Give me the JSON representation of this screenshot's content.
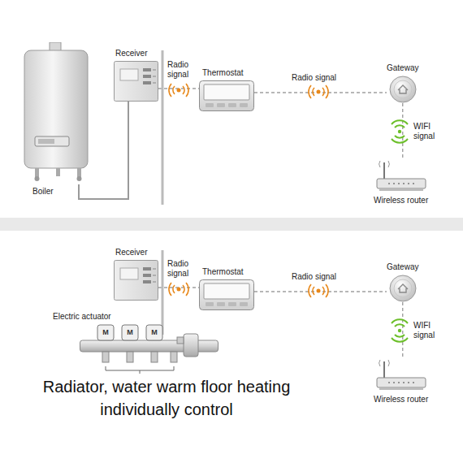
{
  "diagram": {
    "nodes": [
      {
        "text": [
          "Boiler"
        ]
      },
      {
        "text": [
          "Receiver"
        ]
      },
      {
        "text": [
          "Thermostat"
        ]
      },
      {
        "text": [
          "Gateway"
        ]
      },
      {
        "text": [
          "Wireless router"
        ]
      },
      {
        "text": [
          "Receiver"
        ]
      },
      {
        "text": [
          "Thermostat"
        ]
      },
      {
        "text": [
          "Gateway"
        ]
      },
      {
        "text": [
          "Wireless router"
        ]
      },
      {
        "text": [
          "Electric actuator"
        ]
      }
    ],
    "edges": [
      {
        "from": 0,
        "to": 1,
        "arrow": "none"
      },
      {
        "from": 1,
        "to": 2,
        "label": "Radio signal",
        "arrow": "none"
      },
      {
        "from": 2,
        "to": 3,
        "label": "Radio signal",
        "arrow": "none"
      },
      {
        "from": 3,
        "to": 4,
        "label": "WIFI signal",
        "arrow": "none"
      },
      {
        "from": 5,
        "to": 6,
        "label": "Radio signal",
        "arrow": "none"
      },
      {
        "from": 6,
        "to": 7,
        "label": "Radio signal",
        "arrow": "none"
      },
      {
        "from": 7,
        "to": 8,
        "label": "WIFI signal",
        "arrow": "none"
      }
    ],
    "labels": [
      "Radiator, water warm floor heating individually control",
      "M",
      "M",
      "M"
    ]
  }
}
